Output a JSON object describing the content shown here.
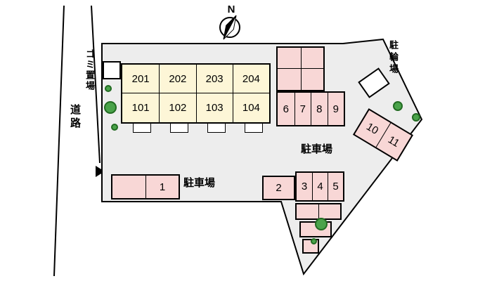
{
  "colors": {
    "parking_fill": "#f8d7d6",
    "building_fill": "#fdf6d7",
    "ground_fill": "#ededed",
    "tree_fill": "#4aa34a",
    "tree_border": "#226b22",
    "line": "#000000"
  },
  "compass": {
    "north_label": "N"
  },
  "labels": {
    "road": "道路",
    "garbage_area": "ゴミ置場",
    "bicycle_parking": "駐輪場",
    "parking_lot_right": "駐車場",
    "parking_lot_left": "駐車場"
  },
  "building": {
    "units_upper": [
      "201",
      "202",
      "203",
      "204"
    ],
    "units_lower": [
      "101",
      "102",
      "103",
      "104"
    ]
  },
  "parking": {
    "top_row": [
      "6",
      "7",
      "8",
      "9"
    ],
    "right_pair": [
      "10",
      "11"
    ],
    "bottom_left": [
      "1"
    ],
    "middle": [
      "2"
    ],
    "bottom_row": [
      "3",
      "4",
      "5"
    ]
  }
}
